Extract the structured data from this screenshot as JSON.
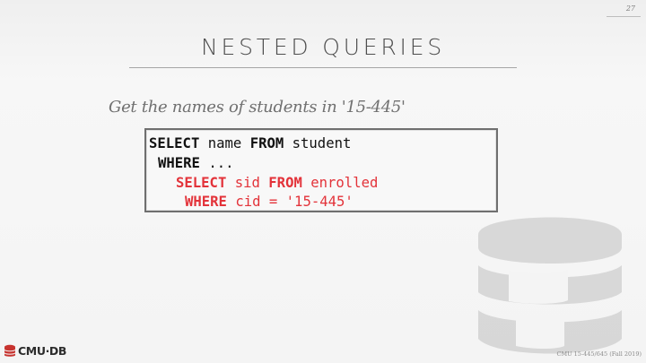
{
  "slide": {
    "number": "27",
    "title": "NESTED QUERIES",
    "subtitle": "Get the names of students in '15-445'"
  },
  "code": {
    "line1": {
      "kw1": "SELECT",
      "t1": " name ",
      "kw2": "FROM",
      "t2": " student"
    },
    "line2": {
      "kw1": "WHERE",
      "t1": " ..."
    },
    "line3": {
      "kw1": "SELECT",
      "t1": " sid ",
      "kw2": "FROM",
      "t2": " enrolled"
    },
    "line4": {
      "kw1": "WHERE",
      "t1": " cid = '15-445'"
    }
  },
  "footer": {
    "logo_text": "CMU·DB",
    "course": "CMU 15-445/645 (Fall 2019)"
  },
  "colors": {
    "accent_red": "#e3333a",
    "title_gray": "#4e4e4e",
    "subtitle_gray": "#707070"
  },
  "icons": {
    "footer_logo": "database-stack-icon",
    "background_logo": "database-stack-icon"
  }
}
